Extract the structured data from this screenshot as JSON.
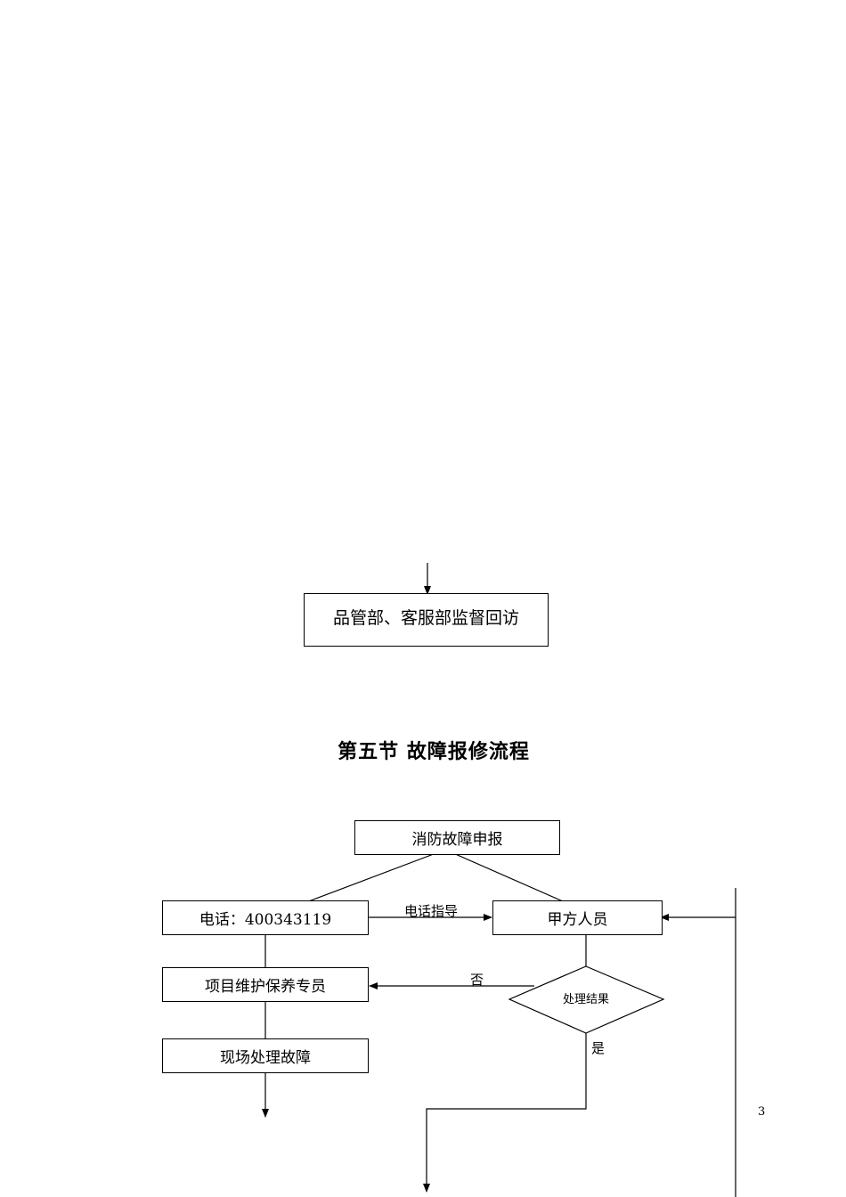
{
  "top_box": {
    "label": "品管部、客服部监督回访"
  },
  "section_title": "第五节  故障报修流程",
  "flow": {
    "start": "消防故障申报",
    "phone": "电话：400343119",
    "party": "甲方人员",
    "maint": "项目维护保养专员",
    "onsite": "现场处理故障",
    "decision": "处理结果",
    "edge_guidance": "电话指导",
    "edge_no": "否",
    "edge_yes": "是"
  },
  "page_number": "3"
}
